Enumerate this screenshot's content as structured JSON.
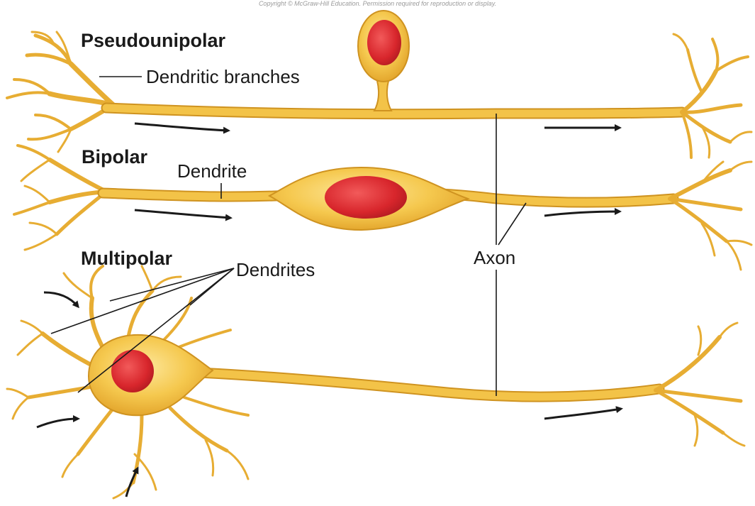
{
  "copyright": "Copyright © McGraw-Hill Education. Permission required for reproduction or display.",
  "labels": {
    "pseudounipolar": "Pseudounipolar",
    "bipolar": "Bipolar",
    "multipolar": "Multipolar",
    "dendritic_branches": "Dendritic branches",
    "dendrite": "Dendrite",
    "dendrites": "Dendrites",
    "axon": "Axon"
  },
  "colors": {
    "neuron_body": "#f3c348",
    "neuron_edge": "#cf9320",
    "nucleus": "#d8262c",
    "arrow": "#1a1a1a",
    "leader_line": "#1a1a1a"
  }
}
